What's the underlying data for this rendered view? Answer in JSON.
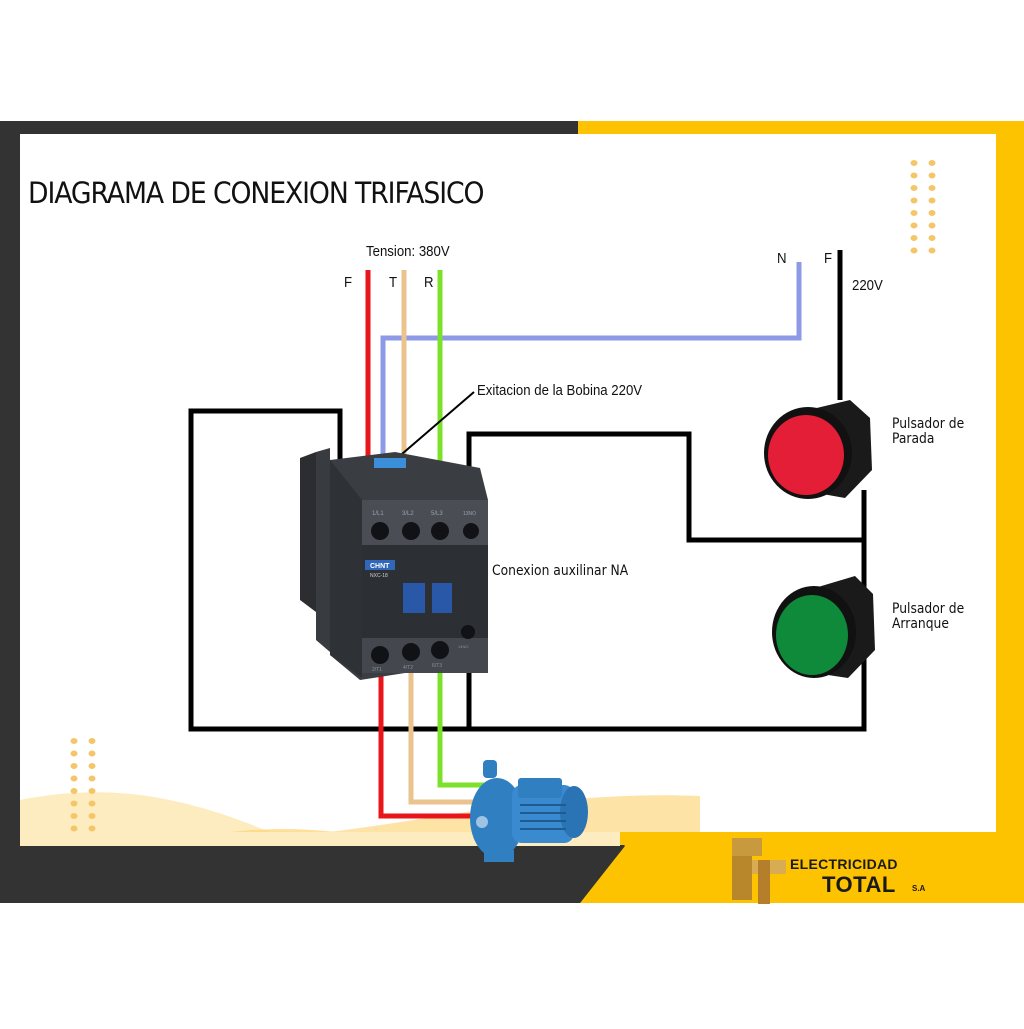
{
  "title": "DIAGRAMA DE CONEXION TRIFASICO",
  "supply_3phase": {
    "voltage_label": "Tension: 380V",
    "phases": [
      {
        "label": "F",
        "color": "#e8151b"
      },
      {
        "label": "T",
        "color": "#eac38e"
      },
      {
        "label": "R",
        "color": "#7ce12a"
      }
    ]
  },
  "supply_1phase": {
    "neutral_label": "N",
    "neutral_color": "#8e9ae6",
    "phase_label": "F",
    "phase_color": "#000000",
    "voltage_label": "220V"
  },
  "annotations": {
    "coil": "Exitacion de la Bobina 220V",
    "aux_contact": "Conexion auxilinar NA"
  },
  "contactor": {
    "brand": "CHNT",
    "model": "NXC-18",
    "terminals_top": [
      "1/L1",
      "3/L2",
      "5/L3",
      "13NO"
    ],
    "terminals_bottom": [
      "2/T1",
      "4/T2",
      "6/T3",
      "14NO"
    ]
  },
  "buttons": [
    {
      "label_line1": "Pulsador de",
      "label_line2": "Parada",
      "color": "#e31e36",
      "icon": "stop-pushbutton-icon"
    },
    {
      "label_line1": "Pulsador de",
      "label_line2": "Arranque",
      "color": "#0e8a3a",
      "icon": "start-pushbutton-icon"
    }
  ],
  "motor": {
    "icon": "water-pump-motor-icon",
    "color": "#2f7fc1"
  },
  "brand": {
    "line1": "ELECTRICIDAD",
    "line2": "TOTAL",
    "suffix": "S.A",
    "icon": "et-logo-icon"
  },
  "colors": {
    "frame_dark": "#333333",
    "frame_yellow": "#fdc300",
    "dots": "#f5c56a",
    "wave": "#fde9b8"
  }
}
